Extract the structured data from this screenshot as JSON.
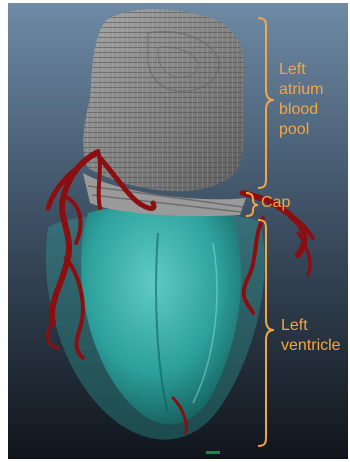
{
  "figure": {
    "labels": {
      "left_atrium": "Left\natrium\nblood\npool",
      "cap": "Cap",
      "left_ventricle": "Left\nventricle"
    },
    "colors": {
      "annotation": "#f3a646",
      "background_top": "#6e8aa5",
      "background_bottom": "#10151b",
      "voxel_atrium": "#8a8a8a",
      "ventricle_surface": "#3fb7b0",
      "vessels": "#8b0e10"
    }
  }
}
